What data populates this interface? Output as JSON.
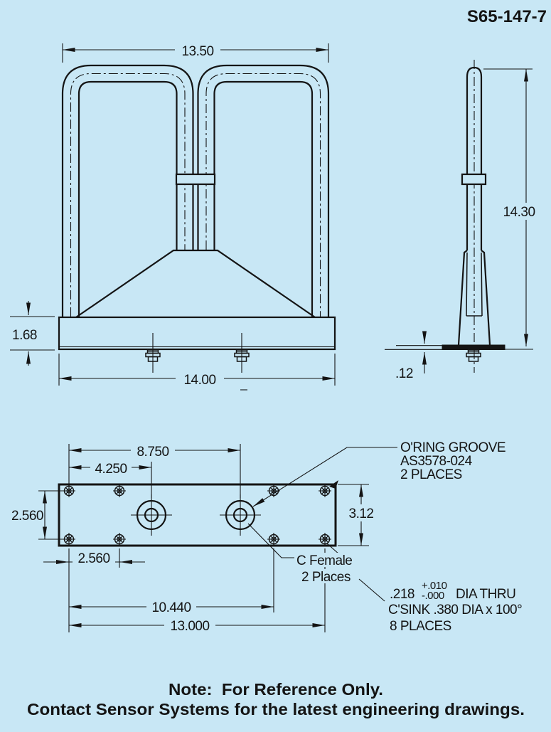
{
  "title": "S65-147-7",
  "front_view": {
    "width_top": "13.50",
    "base_height": "1.68",
    "base_width": "14.00"
  },
  "side_view": {
    "height": "14.30",
    "plate_thickness": ".12"
  },
  "bottom_view": {
    "hole_span_top": "8.750",
    "connector1_offset": "4.250",
    "hole_row_spacing": "2.560",
    "plate_depth": "3.12",
    "hole_col_spacing": "2.560",
    "connector_span": "10.440",
    "hole_span_bottom": "13.000"
  },
  "callouts": {
    "oring": {
      "line1": "O'RING GROOVE",
      "line2": "AS3578-024",
      "line3": "2 PLACES"
    },
    "connector": {
      "line1": "C Female",
      "line2": "2 Places"
    },
    "mounting_holes": {
      "dia": ".218",
      "tol_plus": "+.010",
      "tol_minus": "-.000",
      "dia_suffix": "DIA THRU",
      "csink": "C'SINK .380 DIA x 100°",
      "places": "8 PLACES"
    }
  },
  "note": {
    "line1": "Note:  For Reference Only.",
    "line2": "Contact Sensor Systems for the latest engineering drawings."
  },
  "colors": {
    "background": "#c8e7f5",
    "line": "#141414"
  }
}
